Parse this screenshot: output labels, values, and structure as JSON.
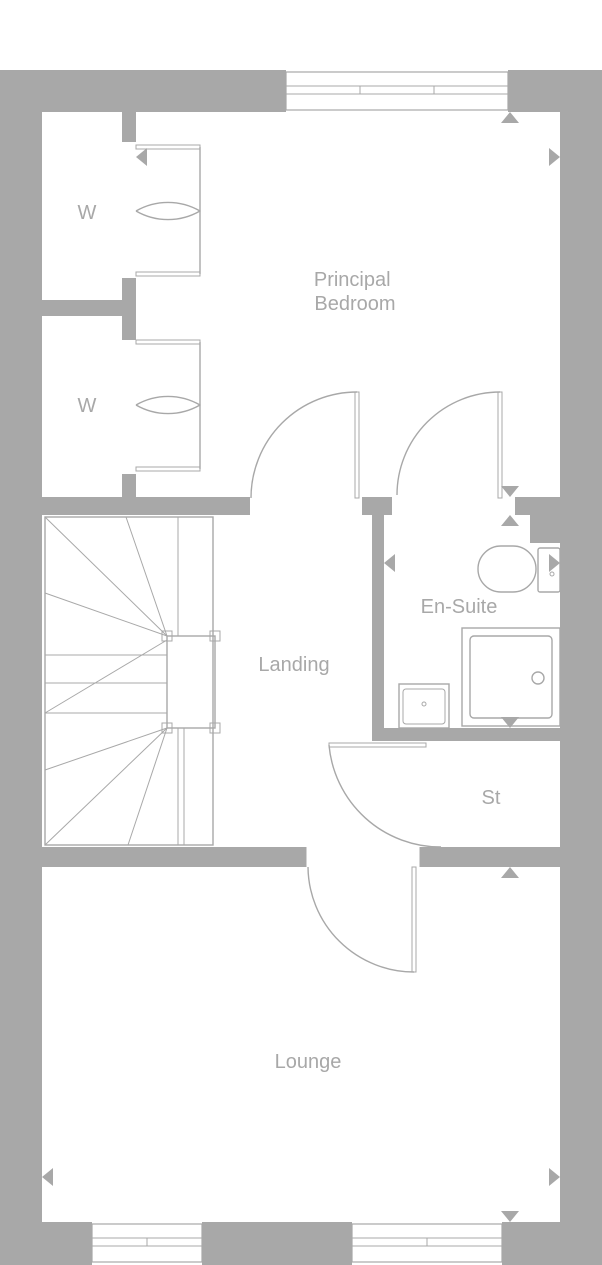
{
  "rooms": {
    "principal_bedroom": [
      "Principal",
      "Bedroom"
    ],
    "wardrobe_top": "W",
    "wardrobe_bottom": "W",
    "landing": "Landing",
    "en_suite": "En-Suite",
    "store": "St",
    "lounge": "Lounge"
  },
  "colors": {
    "wall": "#a8a8a8",
    "line": "#a8a8a8",
    "background": "#ffffff"
  }
}
